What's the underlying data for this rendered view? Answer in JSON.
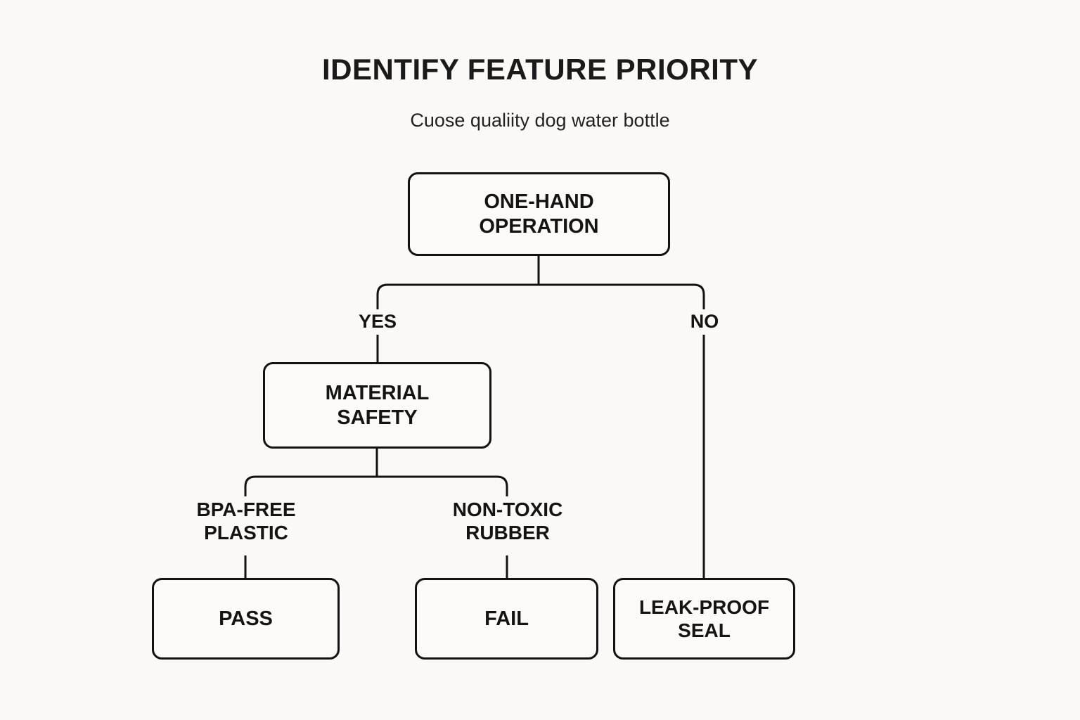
{
  "header": {
    "title": "IDENTIFY FEATURE PRIORITY",
    "subtitle": "Cuose qualiity dog water bottle"
  },
  "colors": {
    "background": "#faf9f8",
    "node_fill": "#fbfaf9",
    "stroke": "#121212",
    "text": "#141414"
  },
  "chart_data": {
    "type": "diagram",
    "diagram_type": "decision-tree-flowchart",
    "title": "IDENTIFY FEATURE PRIORITY",
    "subtitle": "Cuose qualiity dog water bottle",
    "orientation": "top-down",
    "nodes": [
      {
        "id": "root",
        "label": "ONE-HAND\nOPERATION",
        "shape": "rounded-rect",
        "level": 0
      },
      {
        "id": "material",
        "label": "MATERIAL\nSAFETY",
        "shape": "rounded-rect",
        "level": 1
      },
      {
        "id": "pass",
        "label": "PASS",
        "shape": "rounded-rect",
        "level": 2
      },
      {
        "id": "fail",
        "label": "FAIL",
        "shape": "rounded-rect",
        "level": 2
      },
      {
        "id": "leak",
        "label": "LEAK-PROOF\nSEAL",
        "shape": "rounded-rect",
        "level": 2
      }
    ],
    "edges": [
      {
        "from": "root",
        "to": "material",
        "label": "YES"
      },
      {
        "from": "root",
        "to": "leak",
        "label": "NO"
      },
      {
        "from": "material",
        "to": "pass",
        "label": "BPA-FREE\nPLASTIC"
      },
      {
        "from": "material",
        "to": "fail",
        "label": "NON-TOXIC\nRUBBER"
      }
    ]
  },
  "nodes": {
    "root": "ONE-HAND\nOPERATION",
    "material": "MATERIAL\nSAFETY",
    "pass": "PASS",
    "fail": "FAIL",
    "leak": "LEAK-PROOF\nSEAL"
  },
  "edge_labels": {
    "yes": "YES",
    "no": "NO",
    "bpa_free": "BPA-FREE\nPLASTIC",
    "non_toxic": "NON-TOXIC\nRUBBER"
  }
}
